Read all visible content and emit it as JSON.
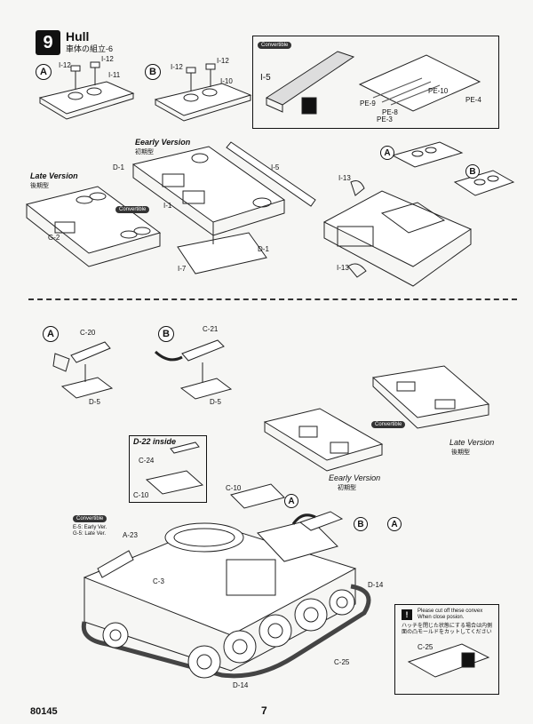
{
  "step": {
    "number": "9",
    "title": "Hull",
    "subtitle": "車体の組立-6"
  },
  "variant_a": "A",
  "variant_b": "B",
  "top": {
    "a_parts": [
      "I-12",
      "I-12",
      "I-11"
    ],
    "b_parts": [
      "I-12",
      "I-12",
      "I-10"
    ],
    "inset": {
      "tag": "Convertible",
      "parts": [
        "I-5",
        "PE-9",
        "PE-10",
        "PE-4",
        "PE-8",
        "PE-3"
      ]
    },
    "late_version": "Late Version",
    "late_version_jp": "後期型",
    "early_version": "Eearly Version",
    "early_version_jp": "初期型",
    "convertible": "Convertible",
    "parts_left": [
      "D-1",
      "I-5",
      "I-1",
      "D-1",
      "I-7",
      "G-2"
    ],
    "parts_right": [
      "I-13",
      "I-13"
    ]
  },
  "bottom": {
    "a_parts": [
      "C-20",
      "D-5"
    ],
    "b_parts": [
      "C-21",
      "D-5"
    ],
    "d22_title": "D-22 inside",
    "d22_parts": [
      "C-24",
      "C-10"
    ],
    "late_version": "Late Version",
    "late_version_jp": "後期型",
    "early_version": "Eearly Version",
    "early_version_jp": "初期型",
    "convertible": "Convertible",
    "ev_note": [
      "E-5: Early Ver.",
      "G-5: Late Ver."
    ],
    "parts": [
      "C-10",
      "A-23",
      "C-3",
      "D-14",
      "C-25",
      "D-14"
    ],
    "warning_en": [
      "Please cut off these convex",
      "When close posion."
    ],
    "warning_jp": [
      "ハッチを閉じた状態にする場合は内側",
      "面の凸モールドをカットしてください"
    ],
    "warning_part": "C-25"
  },
  "footer": {
    "code": "80145",
    "page": "7"
  }
}
